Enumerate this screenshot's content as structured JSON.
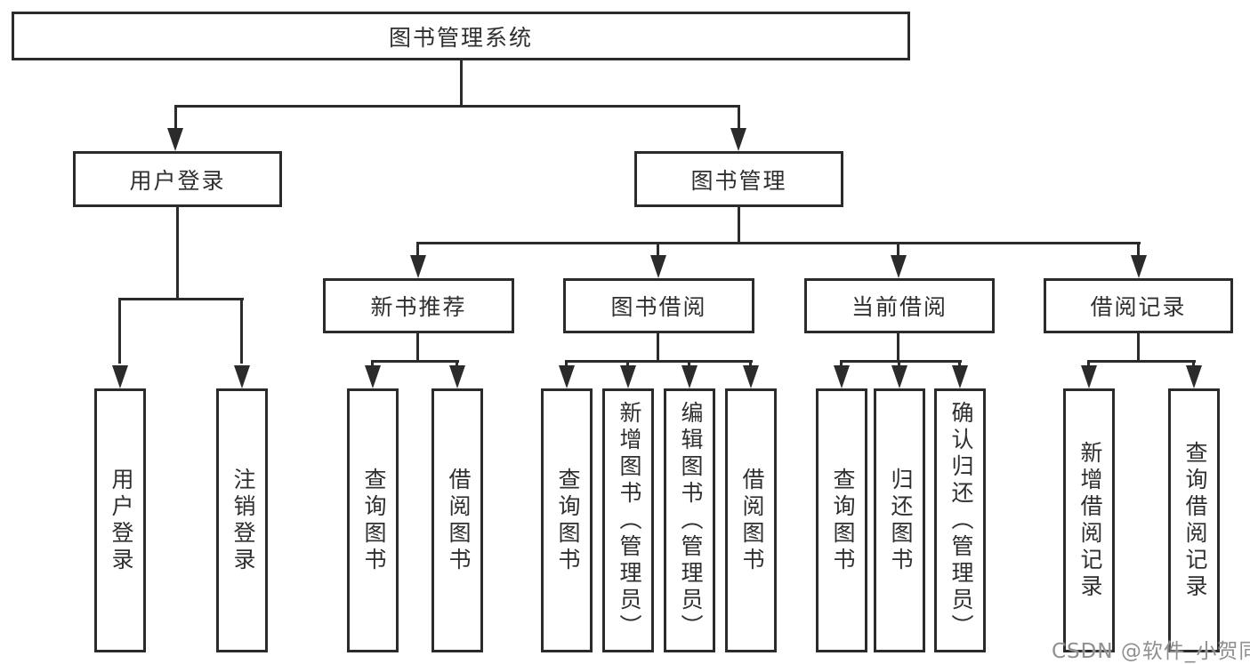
{
  "diagram": {
    "type": "hierarchy-tree",
    "title": "图书管理系统"
  },
  "nodes": {
    "root": "图书管理系统",
    "user_login": "用户登录",
    "book_mgmt": "图书管理",
    "new_book_rec": "新书推荐",
    "book_borrow": "图书借阅",
    "current_borrow": "当前借阅",
    "borrow_record": "借阅记录",
    "leaf_user_login": "用户登录",
    "leaf_logout": "注销登录",
    "leaf_nbr_query": "查询图书",
    "leaf_nbr_borrow": "借阅图书",
    "leaf_bb_query": "查询图书",
    "leaf_bb_add": "新增图书（管理员）",
    "leaf_bb_edit": "编辑图书（管理员）",
    "leaf_bb_borrow": "借阅图书",
    "leaf_cb_query": "查询图书",
    "leaf_cb_return": "归还图书",
    "leaf_cb_confirm": "确认归还（管理员）",
    "leaf_br_add": "新增借阅记录",
    "leaf_br_query": "查询借阅记录"
  },
  "hierarchy": {
    "图书管理系统": {
      "用户登录": [
        "用户登录",
        "注销登录"
      ],
      "图书管理": {
        "新书推荐": [
          "查询图书",
          "借阅图书"
        ],
        "图书借阅": [
          "查询图书",
          "新增图书（管理员）",
          "编辑图书（管理员）",
          "借阅图书"
        ],
        "当前借阅": [
          "查询图书",
          "归还图书",
          "确认归还（管理员）"
        ],
        "借阅记录": [
          "新增借阅记录",
          "查询借阅记录"
        ]
      }
    }
  },
  "watermark": {
    "text": "CSDN @软件_小贺同学"
  },
  "colors": {
    "line": "#2b2b2b",
    "text": "#2f2f2f",
    "bg": "#ffffff",
    "watermark": "#8f8f8f"
  }
}
